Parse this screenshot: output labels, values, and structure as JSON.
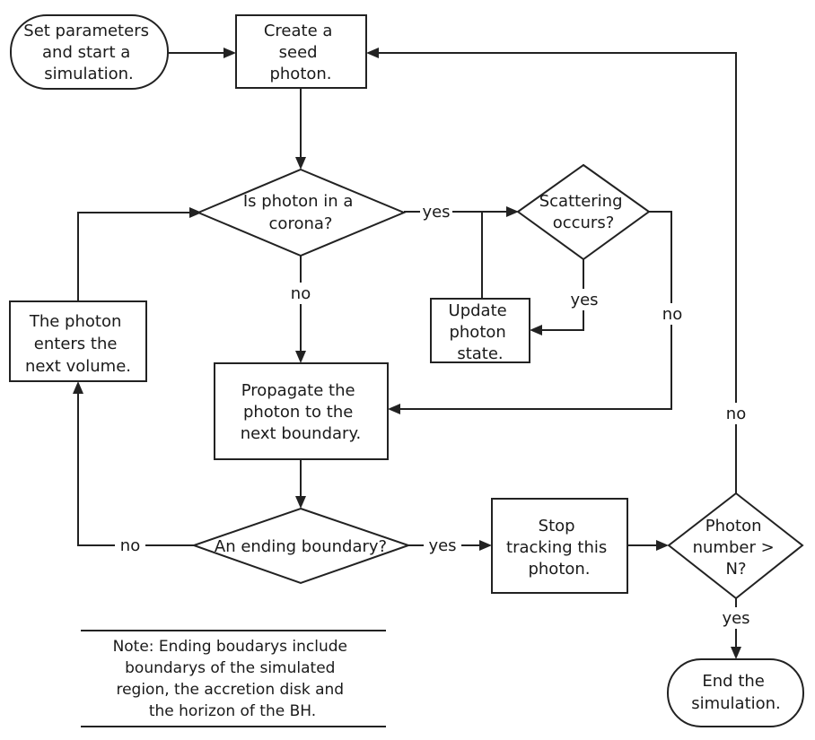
{
  "nodes": {
    "start": {
      "lines": [
        "Set parameters",
        "and start a",
        "simulation."
      ]
    },
    "seed": {
      "lines": [
        "Create a",
        "seed",
        "photon."
      ]
    },
    "corona": {
      "lines": [
        "Is photon in a",
        "corona?"
      ]
    },
    "scattering": {
      "lines": [
        "Scattering",
        "occurs?"
      ]
    },
    "update": {
      "lines": [
        "Update",
        "photon",
        "state."
      ]
    },
    "enters": {
      "lines": [
        "The photon",
        "enters the",
        "next volume."
      ]
    },
    "propagate": {
      "lines": [
        "Propagate the",
        "photon to the",
        "next  boundary."
      ]
    },
    "ending": {
      "lines": [
        "An ending boundary?"
      ]
    },
    "stop": {
      "lines": [
        "Stop",
        "tracking this",
        "photon."
      ]
    },
    "number": {
      "lines": [
        "Photon",
        "number >",
        "N?"
      ]
    },
    "end": {
      "lines": [
        "End the",
        "simulation."
      ]
    }
  },
  "edge_labels": {
    "corona_yes": "yes",
    "corona_no": "no",
    "scatter_yes": "yes",
    "scatter_no": "no",
    "ending_no": "no",
    "ending_yes": "yes",
    "number_no": "no",
    "number_yes": "yes"
  },
  "note": {
    "lines": [
      "Note: Ending boudarys include",
      "boundarys of the simulated",
      "region, the accretion disk and",
      "the horizon of the BH."
    ]
  }
}
